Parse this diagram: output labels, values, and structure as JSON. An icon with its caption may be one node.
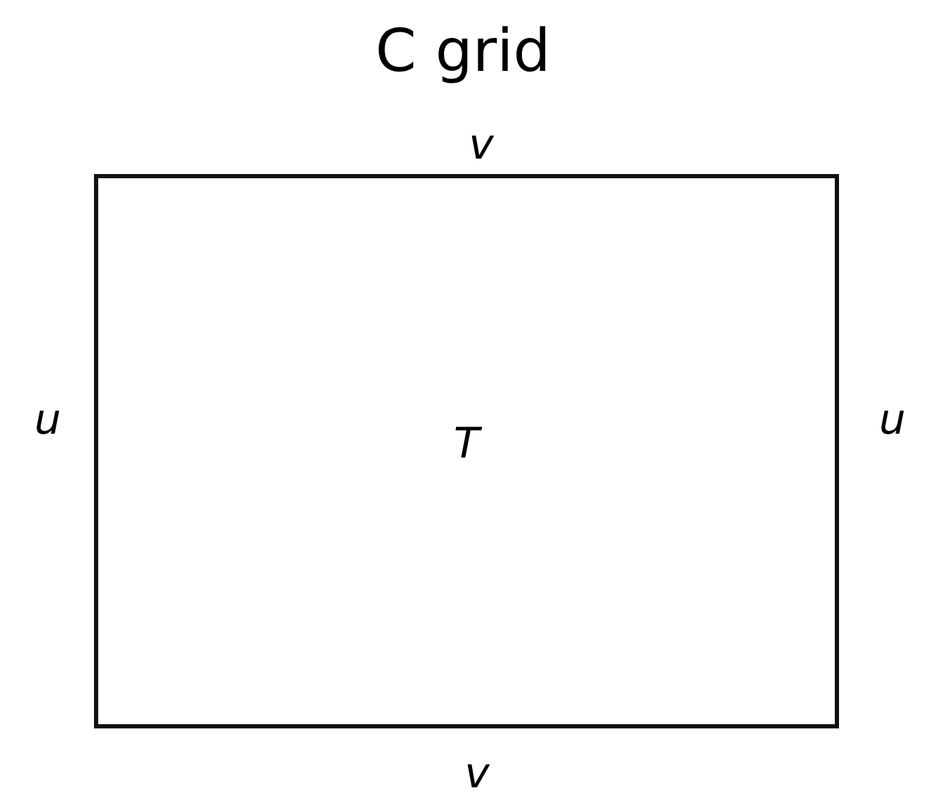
{
  "diagram": {
    "title": "C grid",
    "nodes": [
      {
        "text": [
          "T"
        ]
      }
    ],
    "labels": [
      "v",
      "u",
      "u",
      "v"
    ]
  }
}
